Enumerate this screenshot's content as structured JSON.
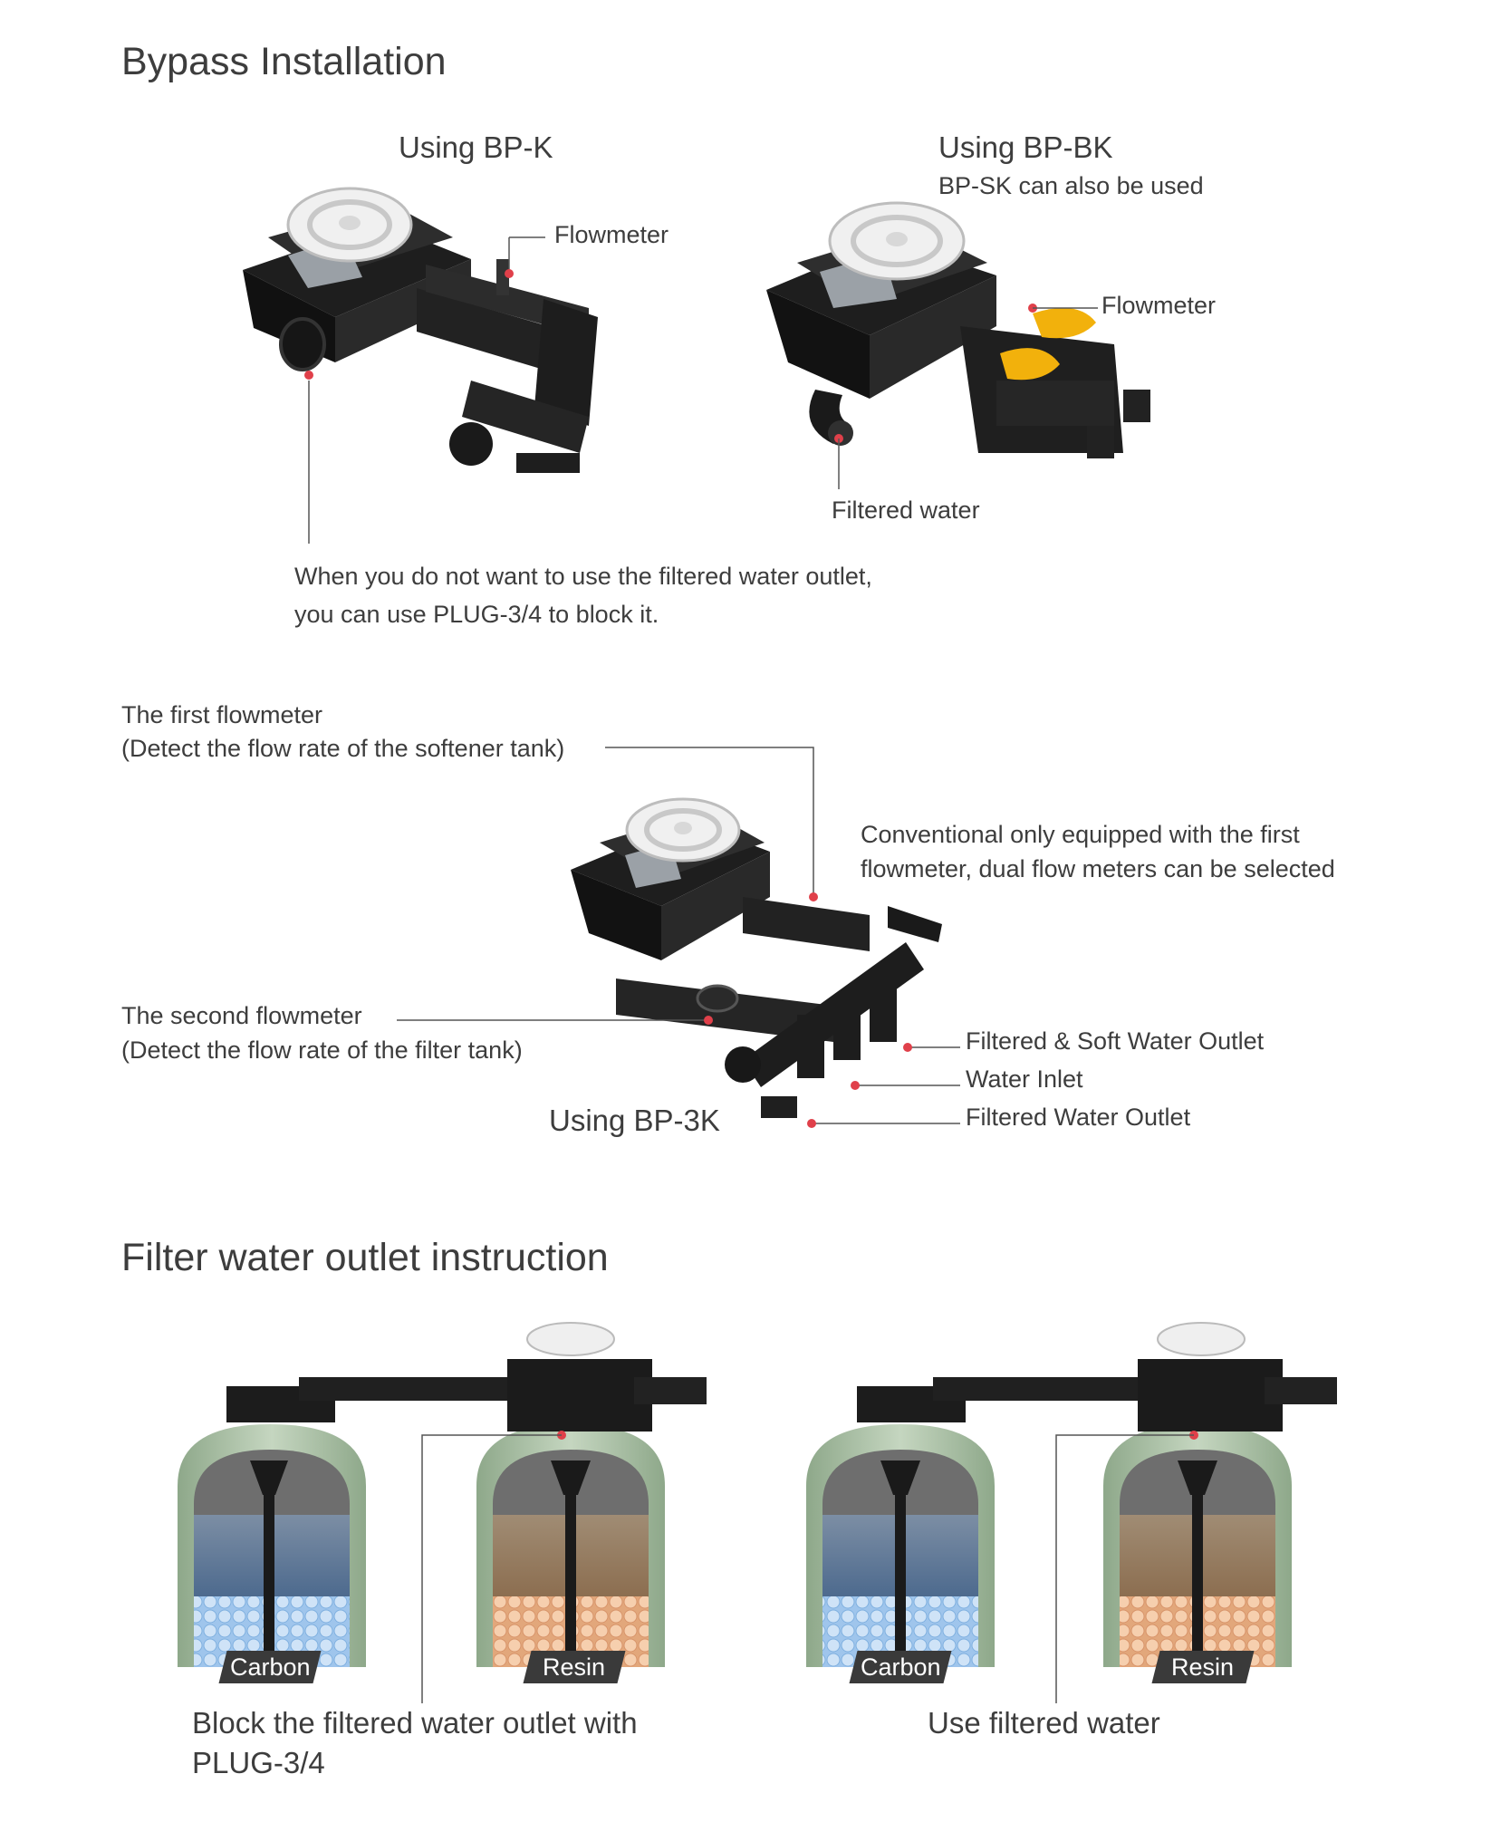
{
  "bypass_section": {
    "title": "Bypass Installation",
    "bp_k": {
      "heading": "Using BP-K",
      "flowmeter_label": "Flowmeter",
      "note_line1": "When you do not want to use the filtered water outlet,",
      "note_line2": "you can use PLUG-3/4 to block it."
    },
    "bp_bk": {
      "heading": "Using BP-BK",
      "subheading": "BP-SK can also be used",
      "flowmeter_label": "Flowmeter",
      "filtered_label": "Filtered water"
    },
    "bp_3k": {
      "heading": "Using BP-3K",
      "first_flowmeter_line1": "The first flowmeter",
      "first_flowmeter_line2": "(Detect the flow rate of the softener tank)",
      "conventional_line1": "Conventional only equipped with the first",
      "conventional_line2": "flowmeter, dual flow meters can be selected",
      "second_flowmeter_line1": "The second flowmeter",
      "second_flowmeter_line2": "(Detect the flow rate of the filter tank)",
      "outlet_soft": "Filtered & Soft Water Outlet",
      "inlet": "Water Inlet",
      "outlet_filtered": "Filtered Water Outlet"
    }
  },
  "filter_section": {
    "title": "Filter water outlet instruction",
    "left": {
      "carbon_tag": "Carbon",
      "resin_tag": "Resin",
      "caption_line1": "Block the filtered water outlet with",
      "caption_line2": "PLUG-3/4"
    },
    "right": {
      "carbon_tag": "Carbon",
      "resin_tag": "Resin",
      "caption": "Use filtered water"
    }
  },
  "colors": {
    "text": "#3d3d3d",
    "callout_dot": "#e0404a",
    "valve_body": "#1c1c1c",
    "handle_yellow": "#f2b10c",
    "carbon_media": "#a8ccee",
    "resin_media": "#e8b48a",
    "tank_shell": "#a9bfa3"
  }
}
